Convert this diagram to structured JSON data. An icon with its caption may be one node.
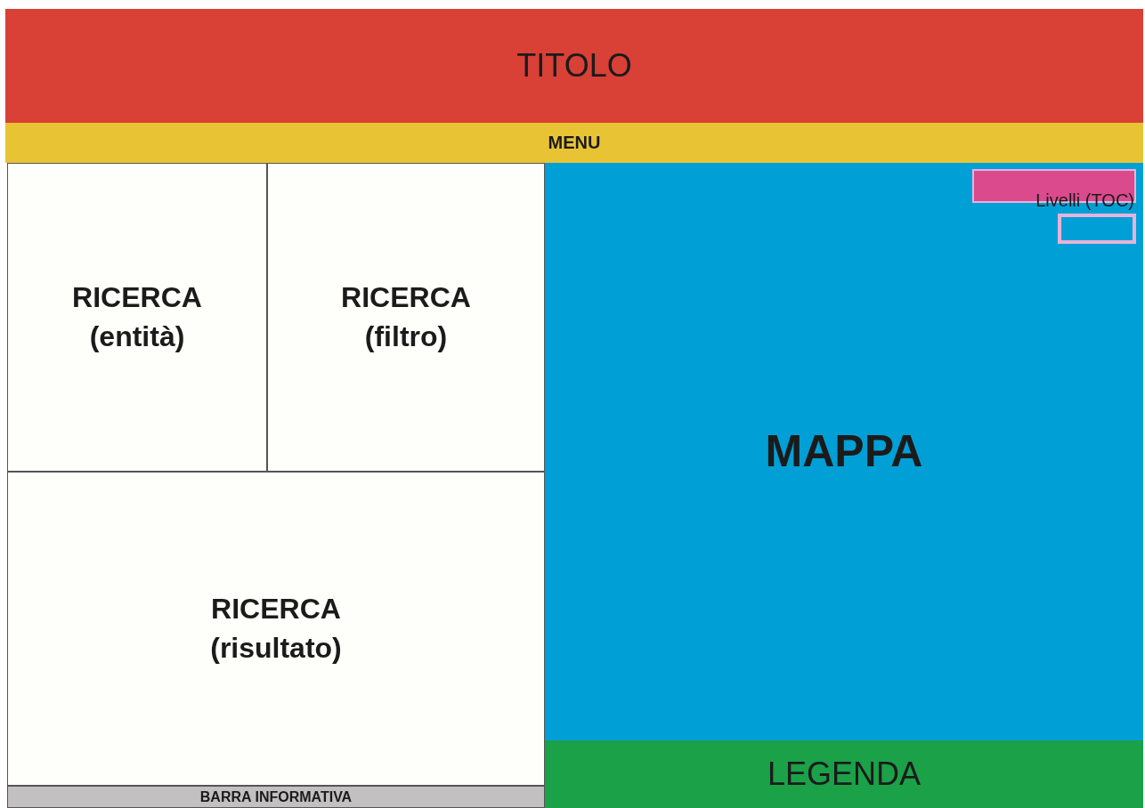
{
  "diagram": {
    "nodes": [
      {
        "text": [
          "TITOLO"
        ]
      },
      {
        "text": [
          "MENU"
        ]
      },
      {
        "text": [
          "RICERCA (entità)"
        ]
      },
      {
        "text": [
          "RICERCA (filtro)"
        ]
      },
      {
        "text": [
          "MAPPA"
        ]
      },
      {
        "text": [
          "Livelli (TOC)"
        ],
        "in": 4
      },
      {
        "text": [],
        "shape": "box",
        "in": 4
      },
      {
        "text": [
          "RICERCA (risultato)"
        ]
      },
      {
        "text": [
          "LEGENDA"
        ]
      },
      {
        "text": [
          "BARRA INFORMATIVA"
        ]
      }
    ]
  }
}
